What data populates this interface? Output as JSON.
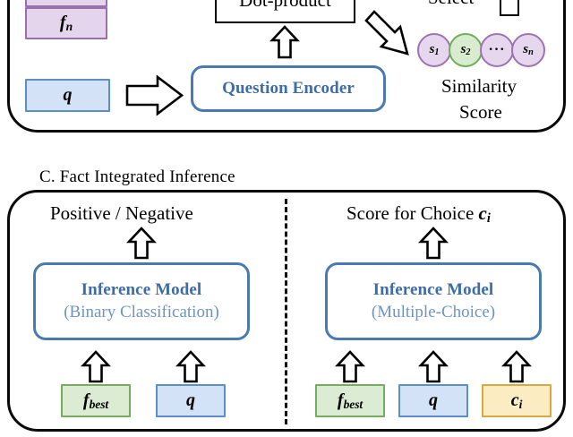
{
  "figure": {
    "type": "system-architecture-diagram",
    "panels": [
      {
        "id": "panel-b",
        "title": "",
        "note": "upper panel cropped at top of image"
      },
      {
        "id": "panel-c",
        "title": "C. Fact Integrated Inference"
      }
    ]
  },
  "panel_b": {
    "fact_boxes": [
      {
        "label": "",
        "color": "#e4d5ec",
        "partial": true
      },
      {
        "label": "f",
        "sub": "n",
        "color": "#e4d5ec"
      }
    ],
    "question_box": {
      "label": "q",
      "color": "#d3e2f7"
    },
    "dot_product_box": {
      "label": "Dot-product"
    },
    "encoder_box": {
      "title": "Question Encoder"
    },
    "select_label": "Select",
    "similarity_caption_line1": "Similarity",
    "similarity_caption_line2": "Score",
    "scores": [
      {
        "label": "s",
        "sub": "1",
        "color": "#e6d7ee",
        "selected": false
      },
      {
        "label": "s",
        "sub": "2",
        "color": "#d9ecd0",
        "selected": true
      },
      {
        "label": "···",
        "sub": "",
        "color": "#e6d7ee",
        "selected": false
      },
      {
        "label": "s",
        "sub": "n",
        "color": "#e6d7ee",
        "selected": false
      }
    ]
  },
  "panel_c": {
    "title": "C. Fact Integrated Inference",
    "left": {
      "output_label": "Positive / Negative",
      "model_title": "Inference Model",
      "model_subtitle": "(Binary Classification)",
      "inputs": [
        {
          "label": "f",
          "sub": "best",
          "color": "#dcecd4"
        },
        {
          "label": "q",
          "sub": "",
          "color": "#d3e2f7"
        }
      ]
    },
    "right": {
      "output_label": "Score for Choice",
      "output_label_symbol": "c",
      "output_label_symbol_sub": "i",
      "model_title": "Inference Model",
      "model_subtitle": "(Multiple-Choice)",
      "inputs": [
        {
          "label": "f",
          "sub": "best",
          "color": "#dcecd4"
        },
        {
          "label": "q",
          "sub": "",
          "color": "#d3e2f7"
        },
        {
          "label": "c",
          "sub": "i",
          "color": "#fcecc4"
        }
      ]
    }
  },
  "colors": {
    "fact_purple": "#e4d5ec",
    "fact_purple_border": "#9a6fae",
    "question_blue": "#d3e2f7",
    "question_blue_border": "#5b8fc9",
    "best_green": "#dcecd4",
    "best_green_border": "#74ad5e",
    "choice_amber": "#fcecc4",
    "choice_amber_border": "#d7a93f",
    "model_blue": "#4a7ab0",
    "model_text_blue": "#3d6ca8",
    "outline_black": "#0a0a0a"
  }
}
